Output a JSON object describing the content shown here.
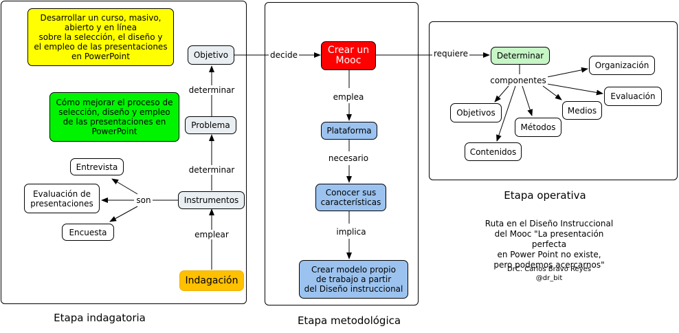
{
  "panels": {
    "indagatoria": "Etapa indagatoria",
    "metodologica": "Etapa metodológica",
    "operativa": "Etapa operativa"
  },
  "nodes": {
    "goal_text": "Desarrollar un curso, masivo,\nabierto y en línea\nsobre la selección, el diseño y\nel empleo de las presentaciones\nen PowerPoint",
    "problem_text": "Cómo mejorar el proceso de\nselección, diseño y empleo\nde las presentaciones en\nPowerPoint",
    "objetivo": "Objetivo",
    "problema": "Problema",
    "instrumentos": "Instrumentos",
    "indagacion": "Indagación",
    "entrevista": "Entrevista",
    "evaluacion_presentaciones": "Evaluación de\npresentaciones",
    "encuesta": "Encuesta",
    "crear_mooc": "Crear un\nMooc",
    "plataforma": "Plataforma",
    "conocer": "Conocer sus\ncaracterísticas",
    "crear_modelo": "Crear modelo propio\nde trabajo a partir\ndel Diseño instruccional",
    "determinar": "Determinar",
    "organizacion": "Organización",
    "evaluacion": "Evaluación",
    "medios": "Medios",
    "objetivos": "Objetivos",
    "metodos": "Métodos",
    "contenidos": "Contenidos"
  },
  "links": {
    "determinar_1": "determinar",
    "determinar_2": "determinar",
    "emplear": "emplear",
    "son": "son",
    "decide": "decide",
    "emplea": "emplea",
    "necesario": "necesario",
    "implica": "implica",
    "requiere": "requiere",
    "componentes": "componentes"
  },
  "info": {
    "route": "Ruta en el Diseño Instruccional\ndel Mooc \"La presentación perfecta\nen Power Point no existe,\npero podemos acercarnos\"",
    "author": "DrC. Carlos Bravo Reyes\n@dr_bit"
  }
}
